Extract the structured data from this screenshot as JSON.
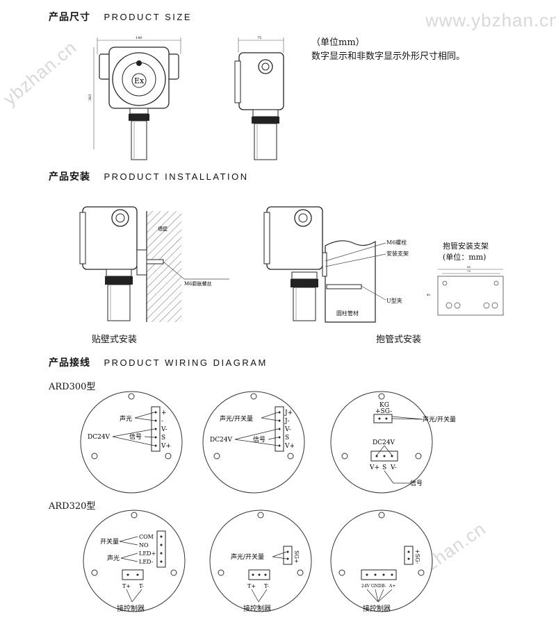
{
  "watermarks": [
    "www.ybzhan.cn",
    "ybzhan.cn",
    "ybzhan.cn"
  ],
  "sections": {
    "size": {
      "cn": "产品尺寸",
      "en": "PRODUCT SIZE"
    },
    "install": {
      "cn": "产品安装",
      "en": "PRODUCT INSTALLATION"
    },
    "wiring": {
      "cn": "产品接线",
      "en": "PRODUCT WIRING DIAGRAM"
    }
  },
  "size_notes": {
    "unit": "（单位mm）",
    "desc": "数字显示和非数字显示外形尺寸相同。"
  },
  "size_dims": {
    "front_width": "140",
    "side_width": "75",
    "height": "363"
  },
  "ex_mark": "Ex",
  "install": {
    "wall_label": "墙壁",
    "bolt_label": "M6膨胀螺丝",
    "wall_caption": "贴壁式安装",
    "pipe_caption": "抱管式安装",
    "m6_bolt": "M6螺栓",
    "bracket": "安装支架",
    "u_clamp": "U型夹",
    "pipe": "圆柱管材",
    "bracket_title": "抱管安装支架",
    "bracket_unit": "(单位：mm)",
    "bracket_dims": {
      "w1": "85",
      "w2": "75",
      "h": "40"
    }
  },
  "wiring": {
    "ard300": {
      "model": "ARD300型",
      "d1": {
        "sound": "声光",
        "power": "DC24V",
        "signal": "信号",
        "terms": [
          "+",
          "-",
          "V-",
          "S",
          "V+"
        ]
      },
      "d2": {
        "sound": "声光/开关量",
        "power": "DC24V",
        "signal": "信号",
        "terms": [
          "J+",
          "J-",
          "V-",
          "S",
          "V+"
        ]
      },
      "d3": {
        "kg": "KG",
        "sg": "+SG-",
        "sound": "声光/开关量",
        "power": "DC24V",
        "terms": [
          "V+",
          "S",
          "V-"
        ],
        "signal": "信号"
      }
    },
    "ard320": {
      "model": "ARD320型",
      "d1": {
        "switch": "开关量",
        "sound": "声光",
        "terms": [
          "COM",
          "NO",
          "LED+",
          "LED-"
        ],
        "ctrl_terms": [
          "T+",
          "T-"
        ],
        "ctrl": "接控制器"
      },
      "d2": {
        "sound": "声光/开关量",
        "sg": "SG+",
        "sg_minus": "-",
        "ctrl_terms": [
          "T+",
          "T-"
        ],
        "ctrl": "接控制器"
      },
      "d3": {
        "sg": "+SG-",
        "ctrl_terms": [
          "24V",
          "GND",
          "B-",
          "A+"
        ],
        "ctrl": "接控制器"
      }
    }
  }
}
